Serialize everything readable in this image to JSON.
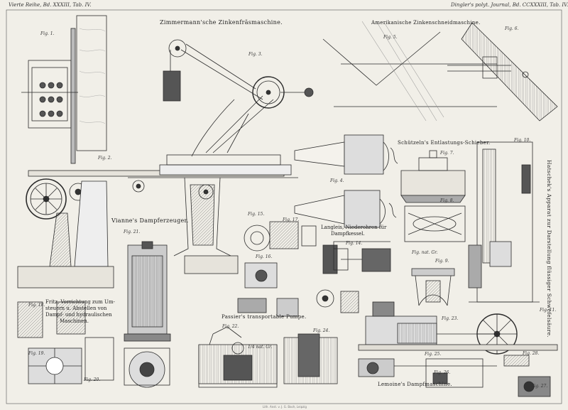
{
  "header": {
    "left": "Vierte Reihe, Bd. XXXIII, Tab. IV.",
    "right": "Dingler's polyt. Journal, Bd. CCXXXIII, Tab. IV."
  },
  "titles": {
    "zimmermann": "Zimmermann'sche Zinkenfräsmaschine.",
    "amerikanische": "Amerikanische Zinkenschneidmaschine.",
    "schuetzeln": "Schützeln's Entlastungs-Schieber.",
    "vianne": "Vianne's Dampferzeuger.",
    "langleis": [
      "Langleis, Niederohren für",
      "Dampfkessel."
    ],
    "fritz": [
      "Fritz, Vorrichtung zum Um-",
      "steuern u. Abstellen von",
      "Dampf- und hydraulischen",
      "Maschinen."
    ],
    "passier": "Passier's transportable Pumpe.",
    "lemoine": "Lemoine's Dampfmaschine.",
    "hatschek": "Hatschek's Apparat zur Darstellung flüssiger Schwefelsäure."
  },
  "figure_labels": {
    "f1": "Fig. 1.",
    "f2": "Fig. 2.",
    "f3": "Fig. 3.",
    "f4": "Fig. 4.",
    "f5": "Fig. 5.",
    "f6": "Fig. 6.",
    "f7": "Fig. 7.",
    "f8": "Fig. 8.",
    "f9": "Fig. 9.",
    "f10": "Fig. 10.",
    "f11": "Fig. 11.",
    "f14": "Fig. 14.",
    "f15": "Fig. 15.",
    "f16": "Fig. 16.",
    "f17": "Fig. 17.",
    "f18": "Fig. 18.",
    "f19": "Fig. 19.",
    "f20": "Fig. 20.",
    "f21": "Fig. 21.",
    "f22": "Fig. 22.",
    "f23": "Fig. 23.",
    "f24": "Fig. 24.",
    "f25": "Fig. 25.",
    "f26": "Fig. 26.",
    "f27": "Fig. 27.",
    "f28": "Fig. 28."
  },
  "notes": {
    "n1": "Fig. nat. Gr.",
    "n2": "1/4 nat. Gr."
  },
  "imprint": "Lith. Anst. v. J. G. Bach, Leipzig"
}
